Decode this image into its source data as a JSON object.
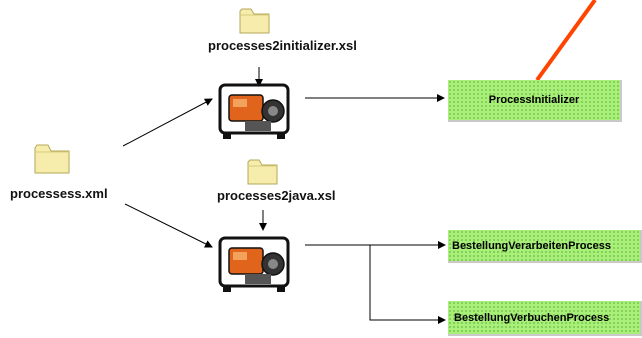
{
  "files": {
    "xsl_initializer": "processes2initializer.xsl",
    "xml_source": "processess.xml",
    "xsl_java": "processes2java.xsl"
  },
  "outputs": {
    "initializer": "ProcessInitializer",
    "verarbeiten": "BestellungVerarbeitenProcess",
    "verbuchen": "BestellungVerbuchenProcess"
  },
  "icons": {
    "folder": "folder-icon",
    "generator": "generator-icon"
  },
  "colors": {
    "output_box": "#a8f07a",
    "highlight_line": "#ff4400",
    "folder": "#f6ecab",
    "generator": "#e0641c"
  }
}
